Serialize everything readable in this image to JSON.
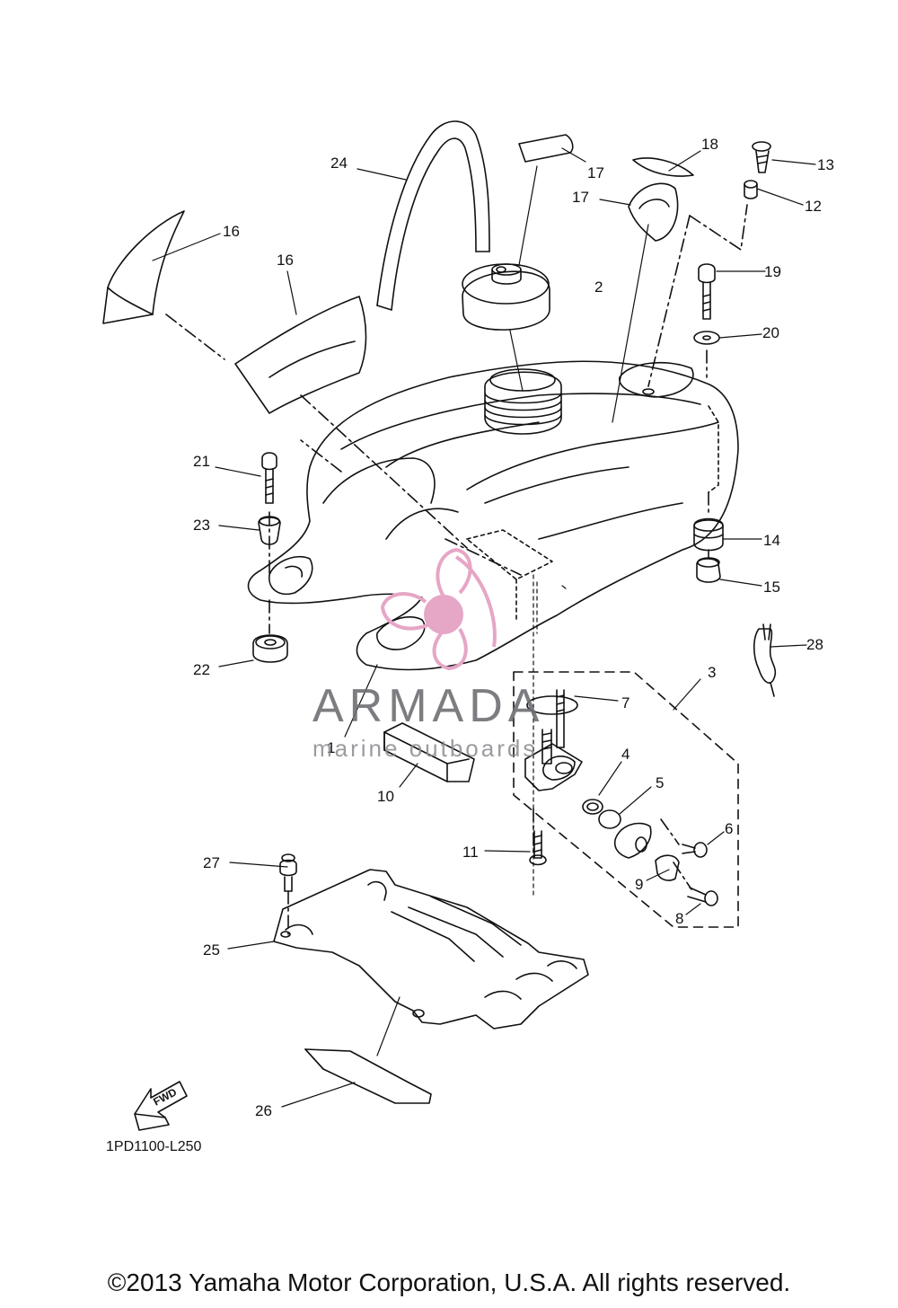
{
  "labels": [
    {
      "n": "1"
    },
    {
      "n": "2"
    },
    {
      "n": "3"
    },
    {
      "n": "4"
    },
    {
      "n": "5"
    },
    {
      "n": "6"
    },
    {
      "n": "7"
    },
    {
      "n": "8"
    },
    {
      "n": "9"
    },
    {
      "n": "10"
    },
    {
      "n": "11"
    },
    {
      "n": "12"
    },
    {
      "n": "13"
    },
    {
      "n": "14"
    },
    {
      "n": "15"
    },
    {
      "n": "16"
    },
    {
      "n": "16"
    },
    {
      "n": "17"
    },
    {
      "n": "17"
    },
    {
      "n": "18"
    },
    {
      "n": "19"
    },
    {
      "n": "20"
    },
    {
      "n": "21"
    },
    {
      "n": "22"
    },
    {
      "n": "23"
    },
    {
      "n": "24"
    },
    {
      "n": "25"
    },
    {
      "n": "26"
    },
    {
      "n": "27"
    },
    {
      "n": "28"
    }
  ],
  "drawing_code": "1PD1100-L250",
  "fwd_arrow": "FWD",
  "watermark": {
    "name": "ARMADA",
    "subtitle": "marine outboards",
    "color_pink": "#e6a6c6",
    "color_gray": "#6f6f74"
  },
  "copyright": "©2013 Yamaha Motor Corporation, U.S.A. All rights reserved."
}
